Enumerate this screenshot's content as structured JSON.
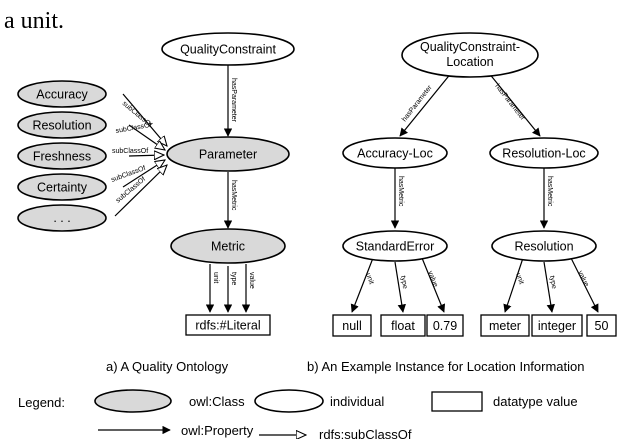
{
  "header_text": "a unit.",
  "left": {
    "quality_constraint": "QualityConstraint",
    "parameter": "Parameter",
    "metric": "Metric",
    "literal": "rdfs:#Literal",
    "subclasses": [
      "Accuracy",
      "Resolution",
      "Freshness",
      "Certainty",
      ". . ."
    ],
    "edge_subclassof": "subClassOf",
    "edge_hasparameter": "hasParameter",
    "edge_hasmetric": "hasMetric",
    "edge_unit": "unit",
    "edge_type": "type",
    "edge_value": "value",
    "caption": "a) A Quality Ontology"
  },
  "right": {
    "qcl_line1": "QualityConstraint-",
    "qcl_line2": "Location",
    "accuracy_loc": "Accuracy-Loc",
    "resolution_loc": "Resolution-Loc",
    "standard_error": "StandardError",
    "resolution": "Resolution",
    "edge_hasparameter": "hasParameter",
    "edge_hasmetric": "hasMetric",
    "edge_unit": "unit",
    "edge_type": "type",
    "edge_value": "value",
    "se_values": [
      "null",
      "float",
      "0.79"
    ],
    "res_values": [
      "meter",
      "integer",
      "50"
    ],
    "caption": "b) An Example Instance for Location Information"
  },
  "legend": {
    "title": "Legend:",
    "owl_class": "owl:Class",
    "individual": "individual",
    "datatype_value": "datatype value",
    "owl_property": "owl:Property",
    "rdfs_subclassof": "rdfs:subClassOf"
  },
  "colors": {
    "class_fill": "#d9d9d9",
    "individual_fill": "#ffffff",
    "stroke": "#000000"
  }
}
